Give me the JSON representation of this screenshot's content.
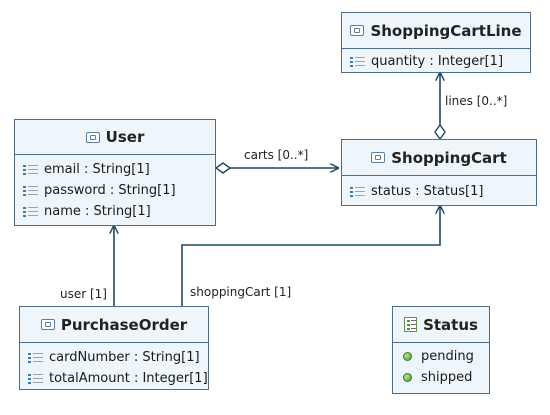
{
  "classes": {
    "shopping_cart_line": {
      "name": "ShoppingCartLine",
      "attributes": [
        {
          "text": "quantity : Integer[1]"
        }
      ]
    },
    "user": {
      "name": "User",
      "attributes": [
        {
          "text": "email : String[1]"
        },
        {
          "text": "password : String[1]"
        },
        {
          "text": "name : String[1]"
        }
      ]
    },
    "shopping_cart": {
      "name": "ShoppingCart",
      "attributes": [
        {
          "text": "status : Status[1]"
        }
      ]
    },
    "purchase_order": {
      "name": "PurchaseOrder",
      "attributes": [
        {
          "text": "cardNumber : String[1]"
        },
        {
          "text": "totalAmount : Integer[1]"
        }
      ]
    }
  },
  "enumeration": {
    "name": "Status",
    "literals": [
      "pending",
      "shipped"
    ]
  },
  "associations": {
    "lines": "lines [0..*]",
    "carts": "carts [0..*]",
    "user": "user [1]",
    "shopping_cart": "shoppingCart [1]"
  },
  "colors": {
    "box_fill": "#eef6fb",
    "box_border": "#4f6d86",
    "connector": "#1f4a63"
  }
}
